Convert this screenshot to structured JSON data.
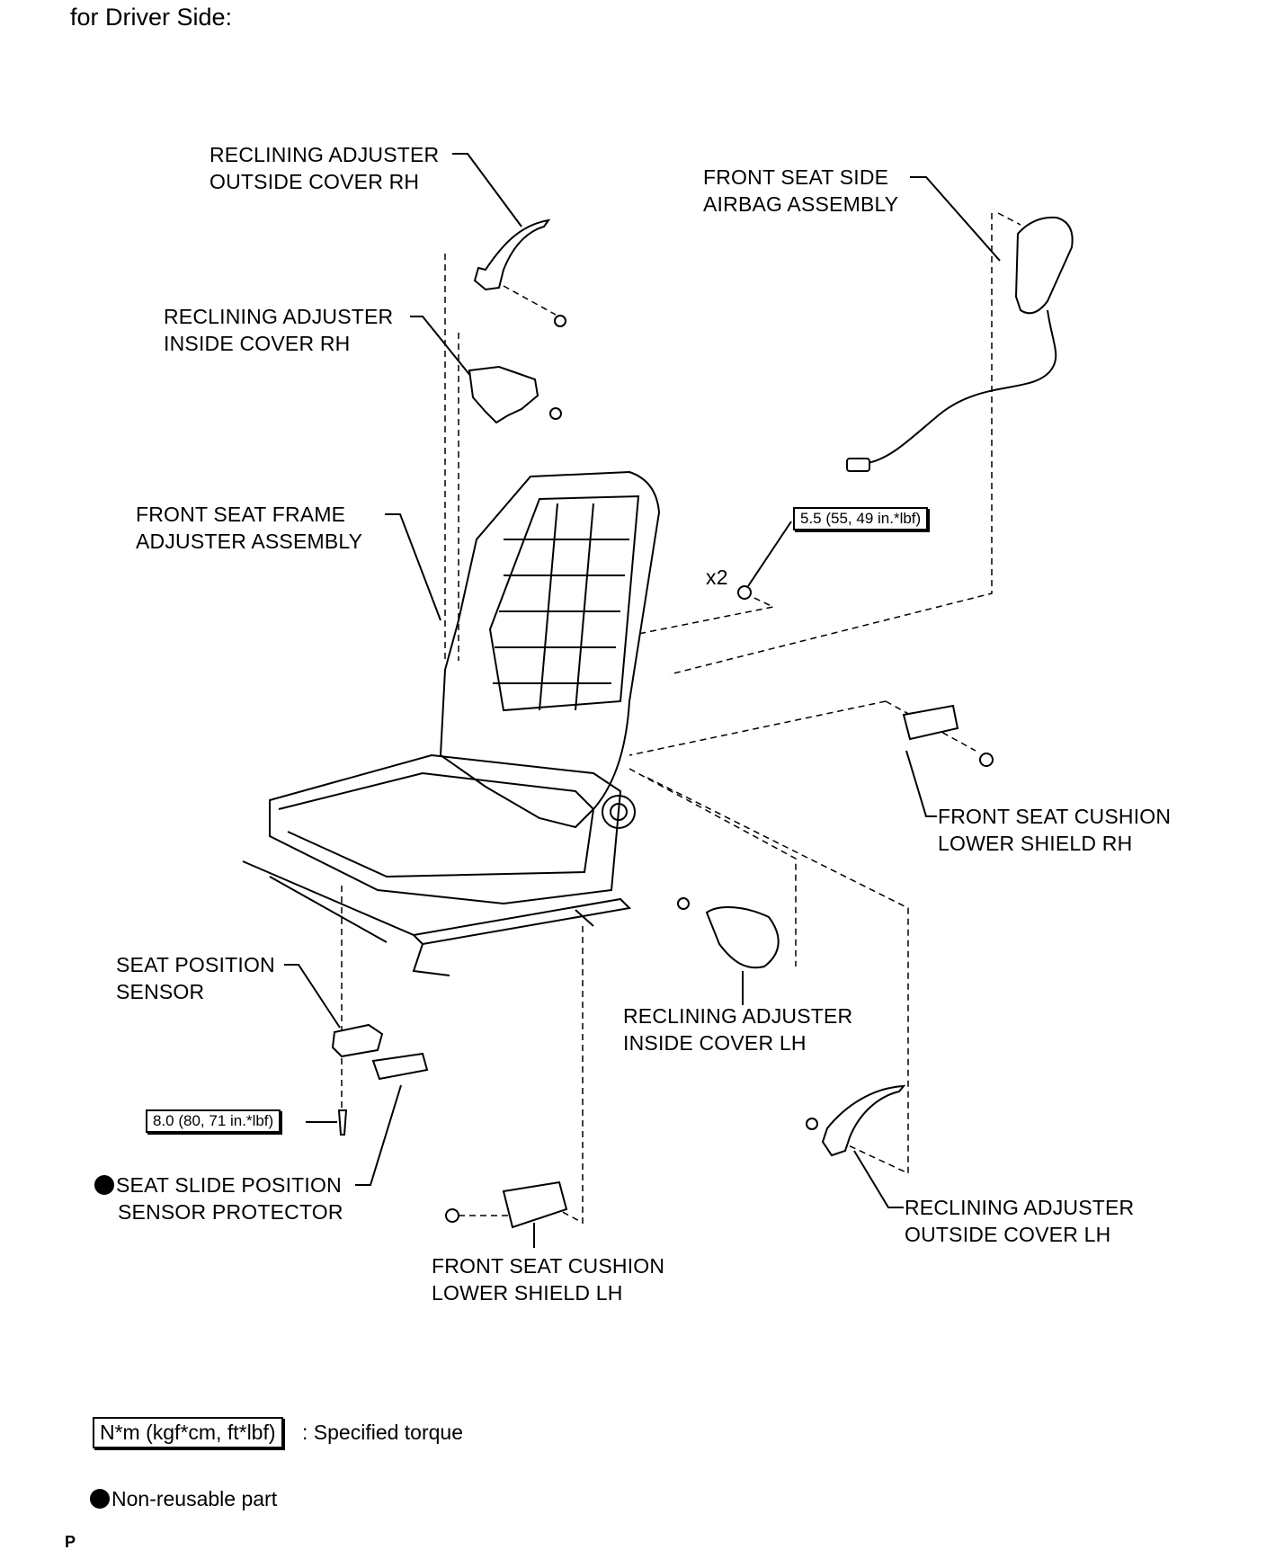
{
  "title": "for Driver Side:",
  "labels": {
    "reclining_outside_rh": [
      "RECLINING ADJUSTER",
      "OUTSIDE COVER RH"
    ],
    "reclining_inside_rh": [
      "RECLINING ADJUSTER",
      "INSIDE COVER RH"
    ],
    "side_airbag": [
      "FRONT SEAT SIDE",
      "AIRBAG ASSEMBLY"
    ],
    "seat_frame": [
      "FRONT SEAT FRAME",
      "ADJUSTER ASSEMBLY"
    ],
    "cushion_shield_rh": [
      "FRONT SEAT CUSHION",
      "LOWER SHIELD RH"
    ],
    "seat_position_sensor": [
      "SEAT POSITION",
      "SENSOR"
    ],
    "reclining_inside_lh": [
      "RECLINING ADJUSTER",
      "INSIDE COVER LH"
    ],
    "slide_sensor_protector": [
      "SEAT SLIDE POSITION",
      "SENSOR PROTECTOR"
    ],
    "cushion_shield_lh": [
      "FRONT SEAT CUSHION",
      "LOWER SHIELD LH"
    ],
    "reclining_outside_lh": [
      "RECLINING ADJUSTER",
      "OUTSIDE COVER LH"
    ]
  },
  "torques": {
    "airbag_nut": "5.5 (55, 49 in.*lbf)",
    "sensor_bolt": "8.0 (80, 71 in.*lbf)"
  },
  "quantity": "x2",
  "legend": {
    "torque_box": "N*m (kgf*cm, ft*lbf)",
    "torque_desc": ": Specified torque",
    "nonreusable_desc": "Non-reusable part"
  },
  "page_mark": "P"
}
